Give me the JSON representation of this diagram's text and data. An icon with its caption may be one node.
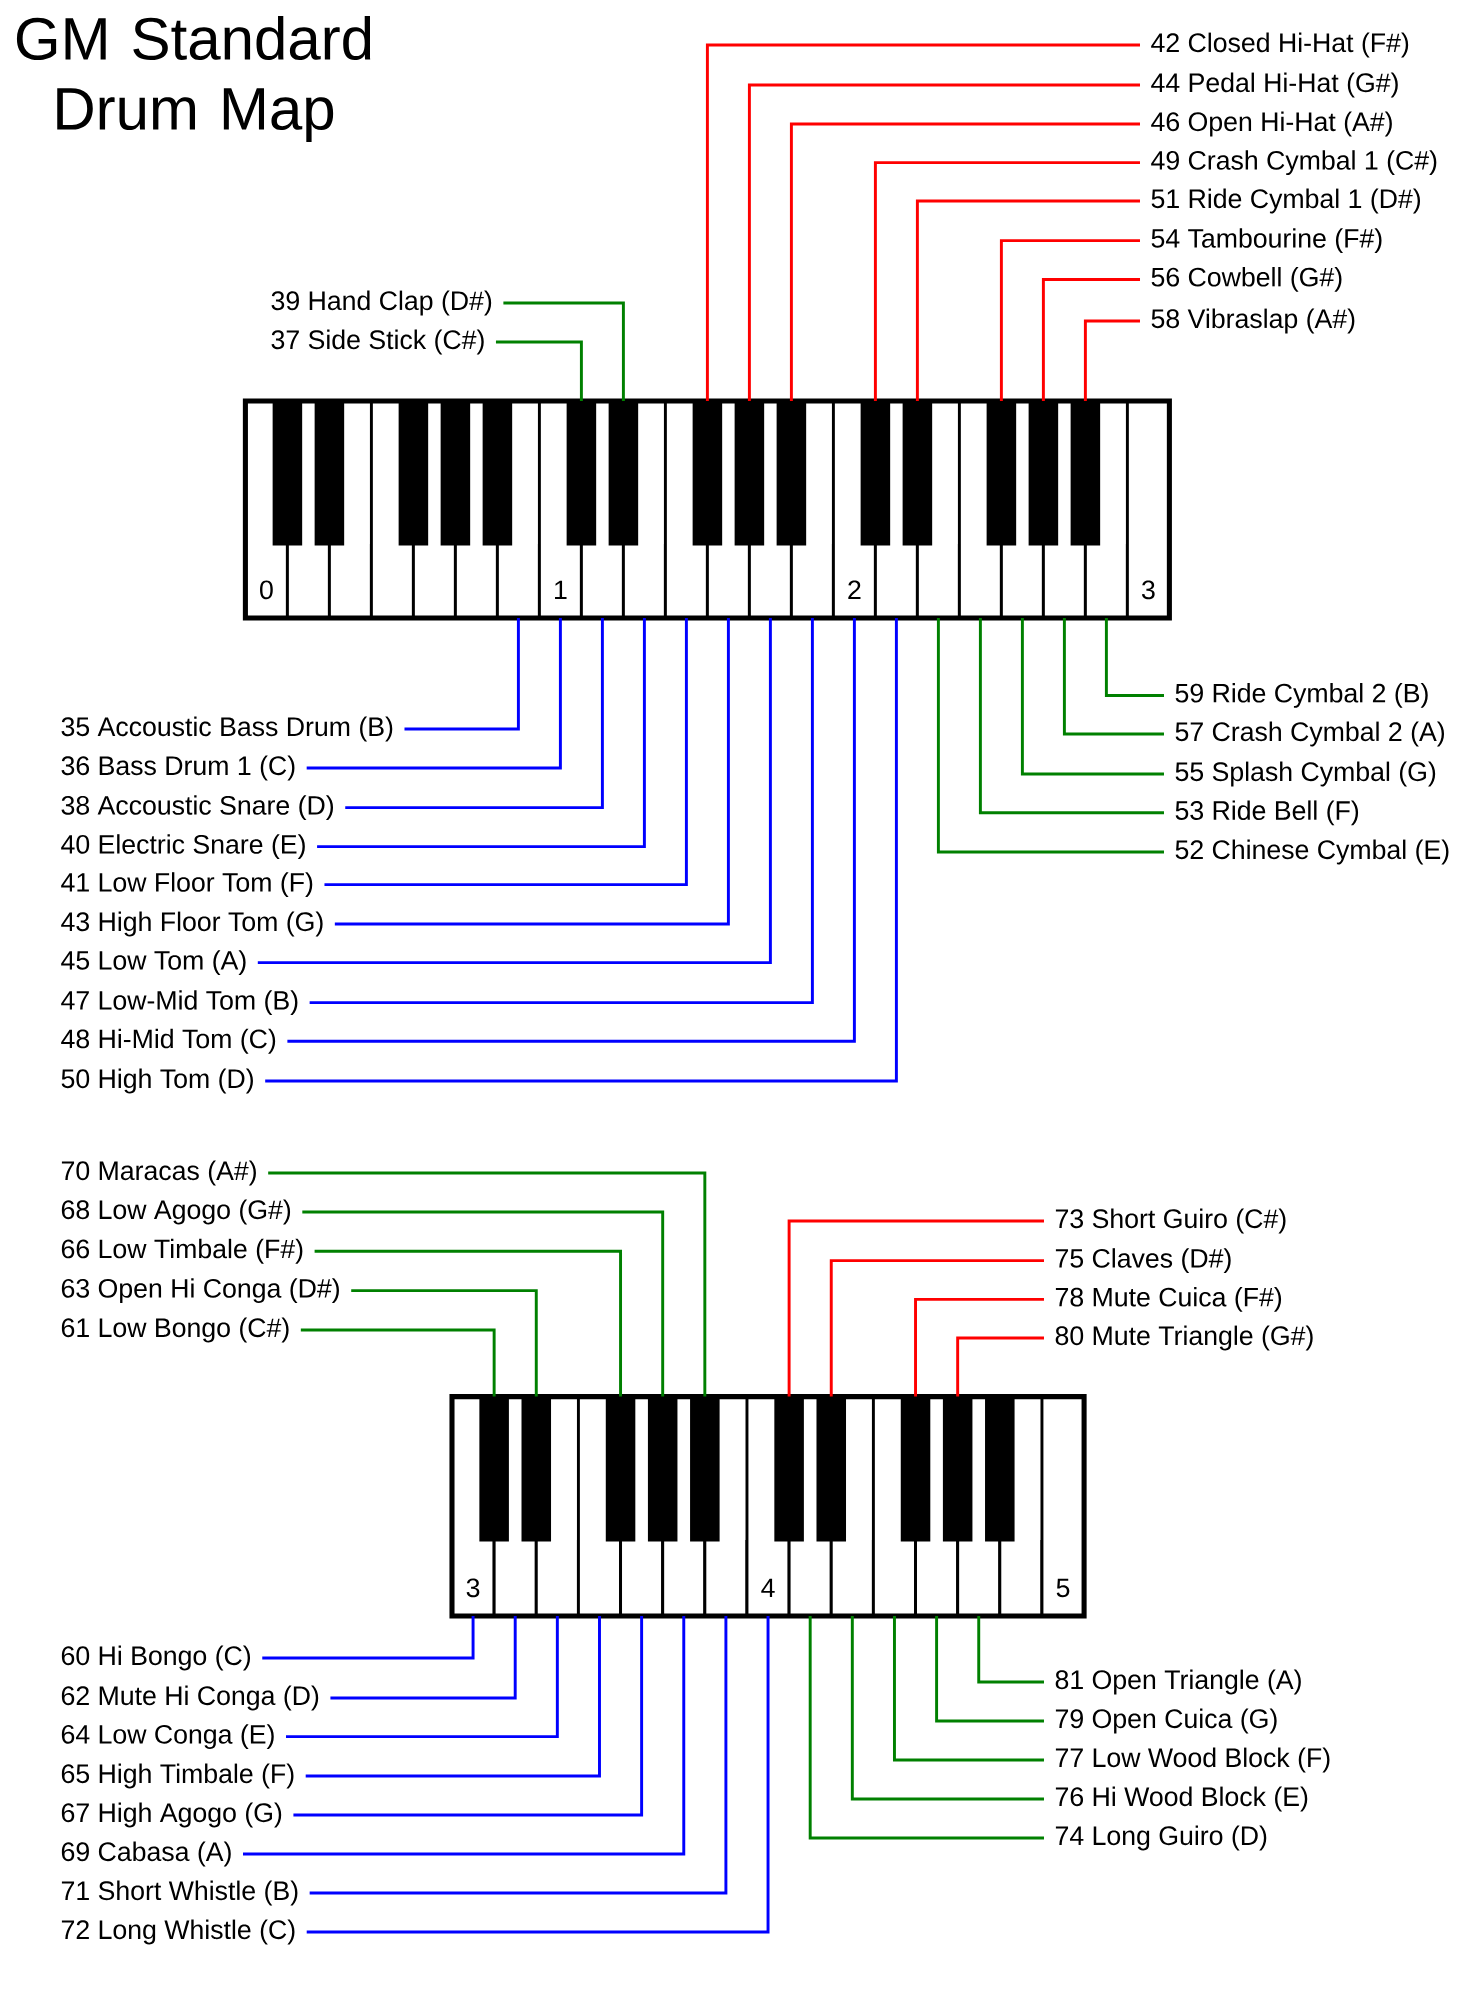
{
  "diagram": {
    "title": "GM Standard Drum Map",
    "nodes": [
      {
        "text": [
          "42 Closed Hi-Hat (F#)"
        ]
      },
      {
        "text": [
          "44 Pedal Hi-Hat (G#)"
        ]
      },
      {
        "text": [
          "46 Open Hi-Hat (A#)"
        ]
      },
      {
        "text": [
          "49 Crash Cymbal 1 (C#)"
        ]
      },
      {
        "text": [
          "51 Ride Cymbal 1 (D#)"
        ]
      },
      {
        "text": [
          "54 Tambourine (F#)"
        ]
      },
      {
        "text": [
          "56 Cowbell (G#)"
        ]
      },
      {
        "text": [
          "58 Vibraslap (A#)"
        ]
      },
      {
        "text": [
          "39 Hand Clap (D#)"
        ]
      },
      {
        "text": [
          "37 Side Stick (C#)"
        ]
      },
      {
        "text": [
          "0"
        ]
      },
      {
        "text": [],
        "shape": "box"
      },
      {
        "text": [],
        "shape": "box"
      },
      {
        "text": [],
        "shape": "box"
      },
      {
        "text": [],
        "shape": "box"
      },
      {
        "text": [],
        "shape": "box"
      },
      {
        "text": [],
        "shape": "box"
      },
      {
        "text": [],
        "shape": "box"
      },
      {
        "text": [],
        "shape": "box"
      },
      {
        "text": [],
        "shape": "box"
      },
      {
        "text": [],
        "shape": "box"
      },
      {
        "text": [],
        "shape": "box"
      },
      {
        "text": [
          "1"
        ]
      },
      {
        "text": [],
        "shape": "box"
      },
      {
        "text": [],
        "shape": "box"
      },
      {
        "text": [],
        "shape": "box"
      },
      {
        "text": [],
        "shape": "box"
      },
      {
        "text": [],
        "shape": "box"
      },
      {
        "text": [],
        "shape": "box"
      },
      {
        "text": [],
        "shape": "box"
      },
      {
        "text": [],
        "shape": "box"
      },
      {
        "text": [],
        "shape": "box"
      },
      {
        "text": [],
        "shape": "box"
      },
      {
        "text": [],
        "shape": "box"
      },
      {
        "text": [
          "2"
        ]
      },
      {
        "text": [],
        "shape": "box"
      },
      {
        "text": [],
        "shape": "box"
      },
      {
        "text": [],
        "shape": "box"
      },
      {
        "text": [],
        "shape": "box"
      },
      {
        "text": [],
        "shape": "box"
      },
      {
        "text": [],
        "shape": "box"
      },
      {
        "text": [],
        "shape": "box"
      },
      {
        "text": [],
        "shape": "box"
      },
      {
        "text": [],
        "shape": "box"
      },
      {
        "text": [],
        "shape": "box"
      },
      {
        "text": [],
        "shape": "box"
      },
      {
        "text": [
          "3"
        ]
      },
      {
        "text": [
          "35 Accoustic Bass Drum (B)"
        ]
      },
      {
        "text": [
          "36 Bass Drum 1 (C)"
        ]
      },
      {
        "text": [
          "38 Accoustic Snare (D)"
        ]
      },
      {
        "text": [
          "40 Electric Snare (E)"
        ]
      },
      {
        "text": [
          "41 Low Floor Tom (F)"
        ]
      },
      {
        "text": [
          "43 High Floor Tom (G)"
        ]
      },
      {
        "text": [
          "45 Low Tom (A)"
        ]
      },
      {
        "text": [
          "47 Low-Mid Tom (B)"
        ]
      },
      {
        "text": [
          "48 Hi-Mid Tom (C)"
        ]
      },
      {
        "text": [
          "50 High Tom (D)"
        ]
      },
      {
        "text": [
          "59 Ride Cymbal 2 (B)"
        ]
      },
      {
        "text": [
          "57 Crash Cymbal 2 (A)"
        ]
      },
      {
        "text": [
          "55 Splash Cymbal (G)"
        ]
      },
      {
        "text": [
          "53 Ride Bell (F)"
        ]
      },
      {
        "text": [
          "52 Chinese Cymbal (E)"
        ]
      },
      {
        "text": [
          "70 Maracas (A#)"
        ]
      },
      {
        "text": [
          "68 Low Agogo (G#)"
        ]
      },
      {
        "text": [
          "66 Low Timbale (F#)"
        ]
      },
      {
        "text": [
          "63 Open Hi Conga (D#)"
        ]
      },
      {
        "text": [
          "61 Low Bongo (C#)"
        ]
      },
      {
        "text": [
          "73 Short Guiro (C#)"
        ]
      },
      {
        "text": [
          "75 Claves (D#)"
        ]
      },
      {
        "text": [
          "78 Mute Cuica (F#)"
        ]
      },
      {
        "text": [
          "80 Mute Triangle (G#)"
        ]
      },
      {
        "text": [
          "3"
        ]
      },
      {
        "text": [],
        "shape": "box"
      },
      {
        "text": [],
        "shape": "box"
      },
      {
        "text": [],
        "shape": "box"
      },
      {
        "text": [],
        "shape": "box"
      },
      {
        "text": [],
        "shape": "box"
      },
      {
        "text": [],
        "shape": "box"
      },
      {
        "text": [],
        "shape": "box"
      },
      {
        "text": [],
        "shape": "box"
      },
      {
        "text": [],
        "shape": "box"
      },
      {
        "text": [],
        "shape": "box"
      },
      {
        "text": [],
        "shape": "box"
      },
      {
        "text": [
          "4"
        ]
      },
      {
        "text": [],
        "shape": "box"
      },
      {
        "text": [],
        "shape": "box"
      },
      {
        "text": [],
        "shape": "box"
      },
      {
        "text": [],
        "shape": "box"
      },
      {
        "text": [],
        "shape": "box"
      },
      {
        "text": [],
        "shape": "box"
      },
      {
        "text": [],
        "shape": "box"
      },
      {
        "text": [],
        "shape": "box"
      },
      {
        "text": [],
        "shape": "box"
      },
      {
        "text": [],
        "shape": "box"
      },
      {
        "text": [],
        "shape": "box"
      },
      {
        "text": [
          "5"
        ]
      },
      {
        "text": [
          "60 Hi Bongo (C)"
        ]
      },
      {
        "text": [
          "62 Mute Hi Conga (D)"
        ]
      },
      {
        "text": [
          "64 Low Conga (E)"
        ]
      },
      {
        "text": [
          "65 High Timbale (F)"
        ]
      },
      {
        "text": [
          "67 High Agogo (G)"
        ]
      },
      {
        "text": [
          "69 Cabasa (A)"
        ]
      },
      {
        "text": [
          "71 Short Whistle (B)"
        ]
      },
      {
        "text": [
          "72 Long Whistle (C)"
        ]
      },
      {
        "text": [
          "81 Open Triangle (A)"
        ]
      },
      {
        "text": [
          "79 Open Cuica (G)"
        ]
      },
      {
        "text": [
          "77 Low Wood Block (F)"
        ]
      },
      {
        "text": [
          "76 Hi Wood Block (E)"
        ]
      },
      {
        "text": [
          "74 Long Guiro (D)"
        ]
      }
    ],
    "edges": [
      {
        "from": 0,
        "to": 28,
        "arrow": "none",
        "color": "#ff0000"
      },
      {
        "from": 1,
        "to": 30,
        "arrow": "none",
        "color": "#ff0000"
      },
      {
        "from": 2,
        "to": 32,
        "arrow": "none",
        "color": "#ff0000"
      },
      {
        "from": 3,
        "to": 35,
        "arrow": "none",
        "color": "#ff0000"
      },
      {
        "from": 4,
        "to": 37,
        "arrow": "none",
        "color": "#ff0000"
      },
      {
        "from": 5,
        "to": 40,
        "arrow": "none",
        "color": "#ff0000"
      },
      {
        "from": 6,
        "to": 42,
        "arrow": "none",
        "color": "#ff0000"
      },
      {
        "from": 7,
        "to": 44,
        "arrow": "none",
        "color": "#ff0000"
      },
      {
        "from": 8,
        "to": 25,
        "arrow": "none",
        "color": "#008000"
      },
      {
        "from": 9,
        "to": 23,
        "arrow": "none",
        "color": "#008000"
      },
      {
        "from": 47,
        "to": 21,
        "arrow": "none"
      },
      {
        "from": 48,
        "to": 22,
        "arrow": "none"
      },
      {
        "from": 49,
        "to": 24,
        "arrow": "none"
      },
      {
        "from": 50,
        "to": 26,
        "arrow": "none"
      },
      {
        "from": 51,
        "to": 27,
        "arrow": "none"
      },
      {
        "from": 52,
        "to": 29,
        "arrow": "none"
      },
      {
        "from": 53,
        "to": 31,
        "arrow": "none"
      },
      {
        "from": 54,
        "to": 33,
        "arrow": "none"
      },
      {
        "from": 55,
        "to": 34,
        "arrow": "none"
      },
      {
        "from": 56,
        "to": 36,
        "arrow": "none"
      },
      {
        "from": 57,
        "to": 45,
        "arrow": "none",
        "color": "#008000"
      },
      {
        "from": 58,
        "to": 43,
        "arrow": "none",
        "color": "#008000"
      },
      {
        "from": 59,
        "to": 41,
        "arrow": "none",
        "color": "#008000"
      },
      {
        "from": 60,
        "to": 39,
        "arrow": "none",
        "color": "#008000"
      },
      {
        "from": 61,
        "to": 38,
        "arrow": "none",
        "color": "#008000"
      },
      {
        "from": 62,
        "to": 81,
        "arrow": "none",
        "color": "#008000"
      },
      {
        "from": 63,
        "to": 79,
        "arrow": "none",
        "color": "#008000"
      },
      {
        "from": 64,
        "to": 77,
        "arrow": "none",
        "color": "#008000"
      },
      {
        "from": 65,
        "to": 74,
        "arrow": "none",
        "color": "#008000"
      },
      {
        "from": 66,
        "to": 72,
        "arrow": "none",
        "color": "#008000"
      },
      {
        "from": 67,
        "to": 84,
        "arrow": "none",
        "color": "#ff0000"
      },
      {
        "from": 68,
        "to": 86,
        "arrow": "none",
        "color": "#ff0000"
      },
      {
        "from": 69,
        "to": 89,
        "arrow": "none",
        "color": "#ff0000"
      },
      {
        "from": 70,
        "to": 91,
        "arrow": "none",
        "color": "#ff0000"
      },
      {
        "from": 96,
        "to": 71,
        "arrow": "none"
      },
      {
        "from": 97,
        "to": 73,
        "arrow": "none"
      },
      {
        "from": 98,
        "to": 75,
        "arrow": "none"
      },
      {
        "from": 99,
        "to": 76,
        "arrow": "none"
      },
      {
        "from": 100,
        "to": 78,
        "arrow": "none"
      },
      {
        "from": 101,
        "to": 80,
        "arrow": "none"
      },
      {
        "from": 102,
        "to": 82,
        "arrow": "none"
      },
      {
        "from": 103,
        "to": 83,
        "arrow": "none"
      },
      {
        "from": 104,
        "to": 92,
        "arrow": "none",
        "color": "#008000"
      },
      {
        "from": 105,
        "to": 90,
        "arrow": "none",
        "color": "#008000"
      },
      {
        "from": 106,
        "to": 88,
        "arrow": "none",
        "color": "#008000"
      },
      {
        "from": 107,
        "to": 87,
        "arrow": "none",
        "color": "#008000"
      },
      {
        "from": 108,
        "to": 85,
        "arrow": "none",
        "color": "#008000"
      }
    ]
  }
}
